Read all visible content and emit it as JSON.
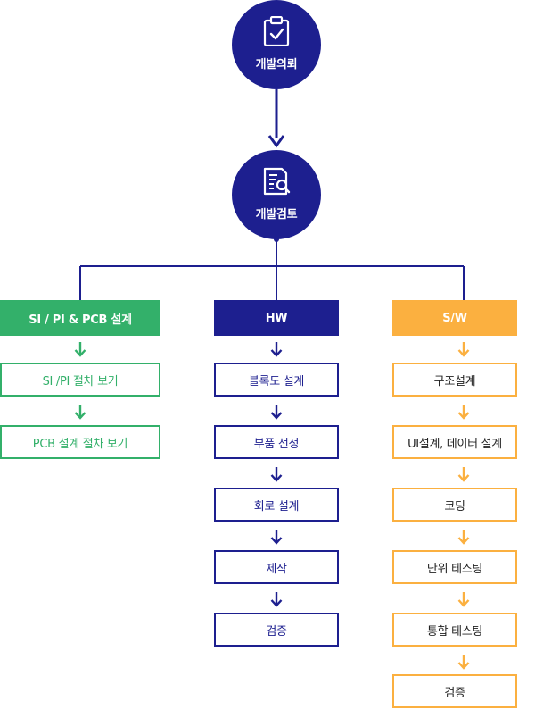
{
  "nodes": {
    "request": {
      "label": "개발의뢰",
      "icon": "clipboard-check-icon"
    },
    "review": {
      "label": "개발검토",
      "icon": "document-search-icon"
    }
  },
  "columns": {
    "si_pi": {
      "header": "SI / PI & PCB 설계",
      "color": "#33b06a",
      "steps": [
        "SI /PI 절차 보기",
        "PCB 설계 절차 보기"
      ]
    },
    "hw": {
      "header": "HW",
      "color": "#1d1f8f",
      "steps": [
        "블록도 설계",
        "부품 선정",
        "회로 설계",
        "제작",
        "검증"
      ]
    },
    "sw": {
      "header": "S/W",
      "color": "#fbb040",
      "steps": [
        "구조설계",
        "UI설계, 데이터 설계",
        "코딩",
        "단위 테스팅",
        "통합 테스팅",
        "검증"
      ]
    }
  }
}
